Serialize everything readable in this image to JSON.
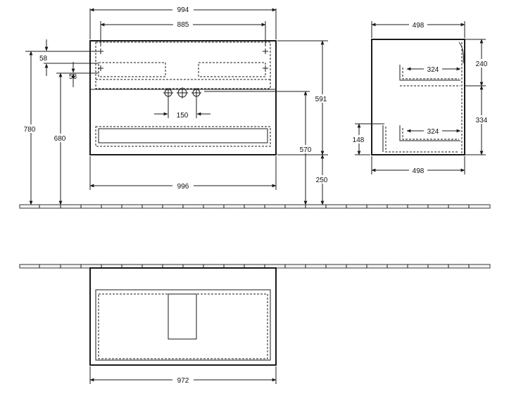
{
  "dimensions": {
    "front_top_width": "994",
    "front_inner_width": "885",
    "front_rail_58_a": "58",
    "front_rail_58_b": "58",
    "front_height_780": "780",
    "front_height_680": "680",
    "front_tap_spacing": "150",
    "front_bottom_width": "996",
    "front_total_591": "591",
    "front_height_570": "570",
    "front_floor_250": "250",
    "side_top_depth": "498",
    "side_drawer_upper": "324",
    "side_drawer_lower": "324",
    "side_height_240": "240",
    "side_height_334": "334",
    "side_height_148": "148",
    "side_bottom_depth": "498",
    "top_view_width": "972"
  }
}
